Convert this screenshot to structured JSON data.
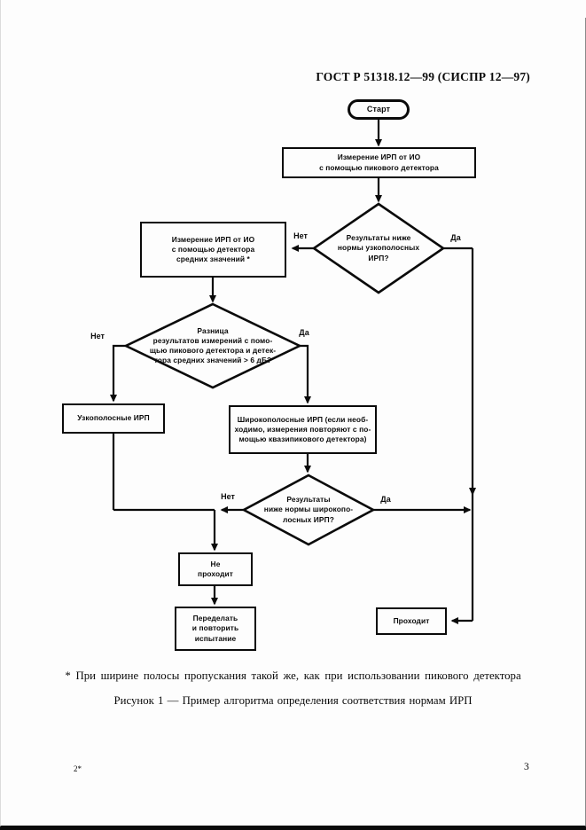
{
  "page": {
    "header": "ГОСТ Р 51318.12—99 (СИСПР 12—97)",
    "footnote": "* При ширине полосы пропускания такой же, как при использовании пикового детектора",
    "caption": "Рисунок 1 — Пример алгоритма определения соответствия нормам ИРП",
    "footer_mark": "2*",
    "page_number": "3"
  },
  "colors": {
    "ink": "#0a0a0a",
    "paper": "#fdfdfd"
  },
  "flowchart": {
    "start_label": "Старт",
    "boxes": {
      "measure_peak": "Измерение ИРП от ИО\nс помощью пикового детектора",
      "measure_average": "Измерение ИРП от ИО\nс помощью детектора\nсредних значений *",
      "narrowband": "Узкополосные ИРП",
      "broadband": "Широкополосные ИРП (если необ-\nходимо, измерения повторяют с по-\nмощью квазипикового детектора)",
      "fail": "Не\nпроходит",
      "redo": "Переделать\nи повторить\nиспытание",
      "pass": "Проходит"
    },
    "decisions": {
      "narrowband_norm": "Результаты ниже\nнормы узкополосных\nИРП?",
      "difference": "Разница\nрезультатов измерений с помо-\nщью пикового детектора и детек-\nтора средних значений > 6 дБ?",
      "broadband_norm": "Результаты\nниже нормы широкопо-\nлосных ИРП?"
    },
    "branch_labels": {
      "d1_no": "Нет",
      "d1_yes": "Да",
      "d2_no": "Нет",
      "d2_yes": "Да",
      "d3_no": "Нет",
      "d3_yes": "Да"
    }
  }
}
